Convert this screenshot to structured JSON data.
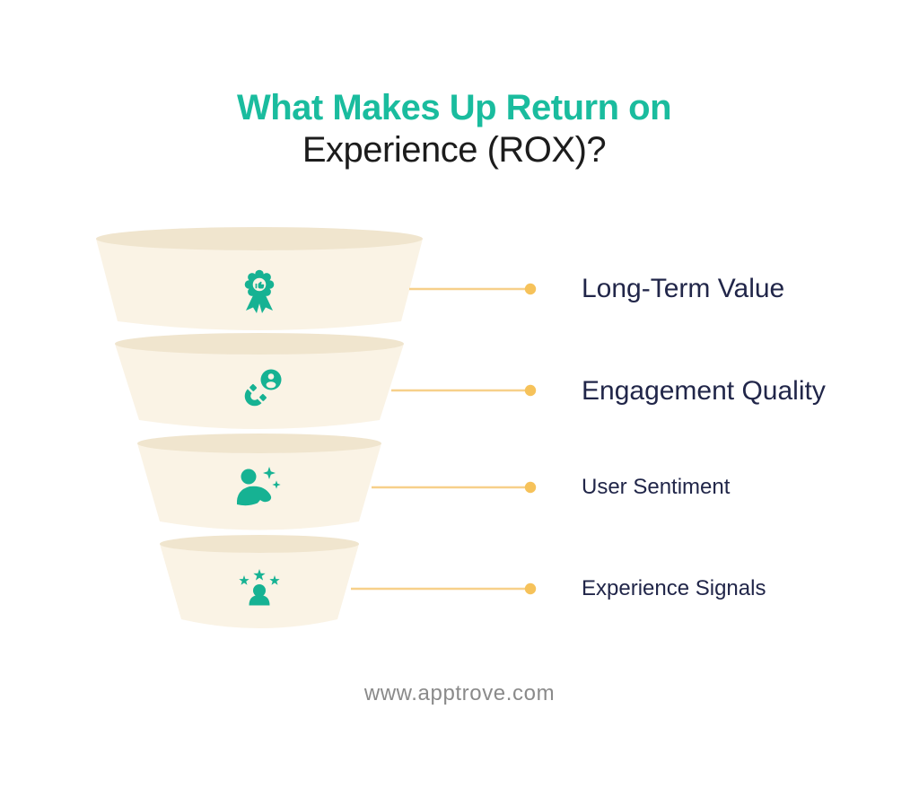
{
  "title": {
    "line1": "What Makes Up Return on",
    "line2": "Experience (ROX)?"
  },
  "funnel": {
    "type": "funnel",
    "stages": [
      {
        "label": "Long-Term Value",
        "icon": "award-badge-icon"
      },
      {
        "label": "Engagement Quality",
        "icon": "magnet-user-icon"
      },
      {
        "label": "User Sentiment",
        "icon": "user-sparkles-icon"
      },
      {
        "label": "Experience Signals",
        "icon": "user-stars-icon"
      }
    ]
  },
  "footer": {
    "website": "www.apptrove.com"
  },
  "colors": {
    "accent_teal": "#1abc9e",
    "icon_teal": "#16b293",
    "funnel_body": "#faf3e5",
    "funnel_rim": "#f0e5ce",
    "connector_line": "#f7d08a",
    "connector_dot": "#f6c25a",
    "label_text": "#212649",
    "title_dark": "#1c1c1c",
    "footer_text": "#8a8a8a",
    "background": "#ffffff"
  }
}
